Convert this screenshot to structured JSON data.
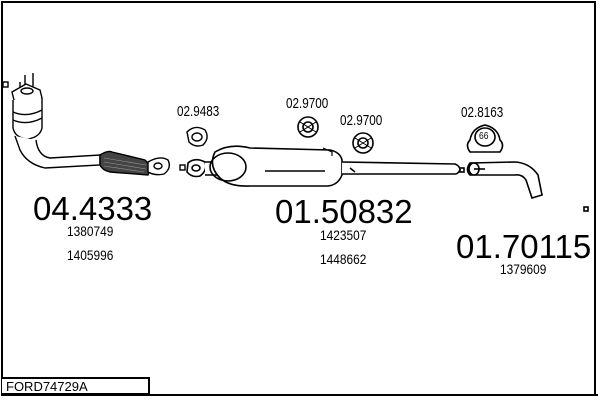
{
  "diagram": {
    "code_label": "FORD74729A",
    "parts": [
      {
        "part_no": "04.4333",
        "oe_numbers": [
          "1380749",
          "1405996"
        ],
        "icon": "catalytic-converter-with-front-pipe"
      },
      {
        "part_no": "01.50832",
        "oe_numbers": [
          "1423507",
          "1448662"
        ],
        "icon": "middle-silencer"
      },
      {
        "part_no": "01.70115",
        "oe_numbers": [
          "1379609"
        ],
        "icon": "tail-pipe"
      }
    ],
    "accessories": [
      {
        "part_no": "02.9483",
        "icon": "gasket"
      },
      {
        "part_no": "02.9700",
        "icon": "rubber-hanger"
      },
      {
        "part_no": "02.9700",
        "icon": "rubber-hanger"
      },
      {
        "part_no": "02.8163",
        "icon": "pipe-clamp",
        "clamp_size": "66"
      }
    ]
  }
}
